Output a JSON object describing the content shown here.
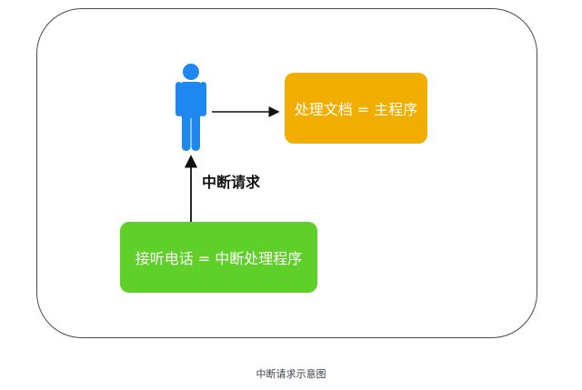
{
  "diagram": {
    "title_caption": "中断请求示意图",
    "nodes": {
      "person": {
        "icon": "person-icon",
        "color": "#1E88F0"
      },
      "main_program": {
        "label": "处理文档 = 主程序",
        "color": "#F2AE00"
      },
      "interrupt_handler": {
        "label": "接听电话 = 中断处理程序",
        "color": "#5FCF2A"
      }
    },
    "edges": [
      {
        "from": "person",
        "to": "main_program",
        "label": ""
      },
      {
        "from": "interrupt_handler",
        "to": "person",
        "label": "中断请求"
      }
    ],
    "edge_label": "中断请求",
    "frame_color": "#4a4a4a",
    "arrow_color": "#111111"
  }
}
